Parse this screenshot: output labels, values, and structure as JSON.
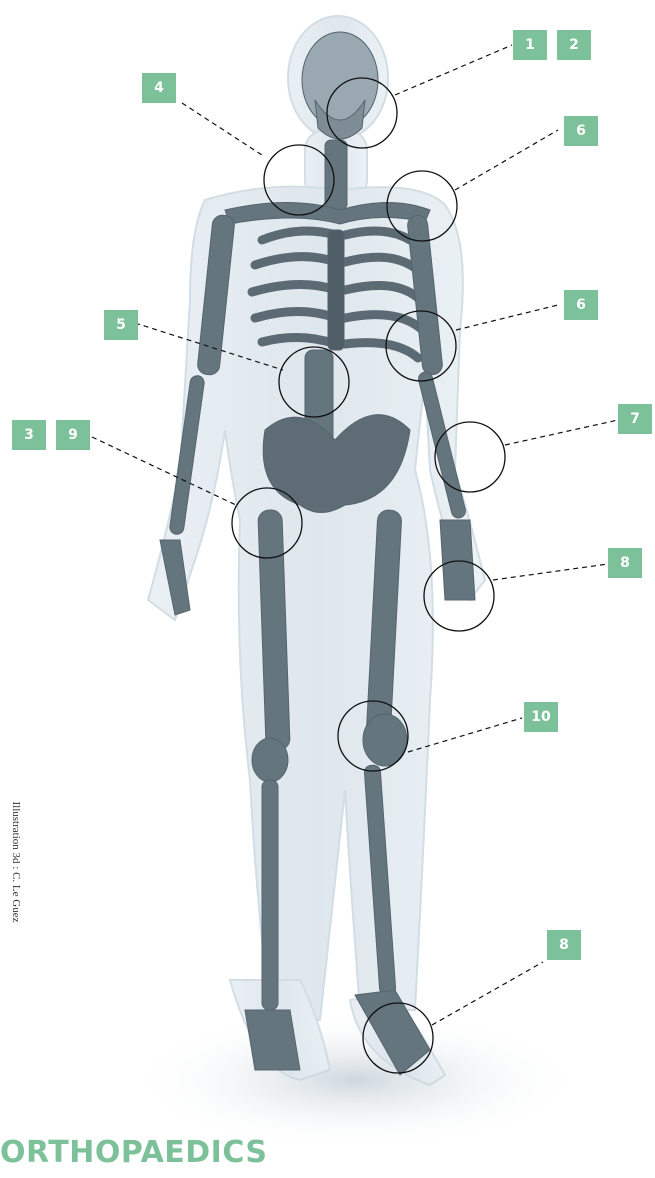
{
  "title": "ORTHOPAEDICS",
  "credit": "Illustration 3d : C. Le Guez",
  "markers": {
    "m1": "1",
    "m2": "2",
    "m4": "4",
    "m6a": "6",
    "m6b": "6",
    "m5": "5",
    "m3": "3",
    "m9": "9",
    "m7": "7",
    "m8a": "8",
    "m10": "10",
    "m8b": "8"
  },
  "colors": {
    "marker_fill": "#7dc19a",
    "title": "#7dc19a",
    "bone": "#5f6f78",
    "body": "#dfe8ef"
  }
}
